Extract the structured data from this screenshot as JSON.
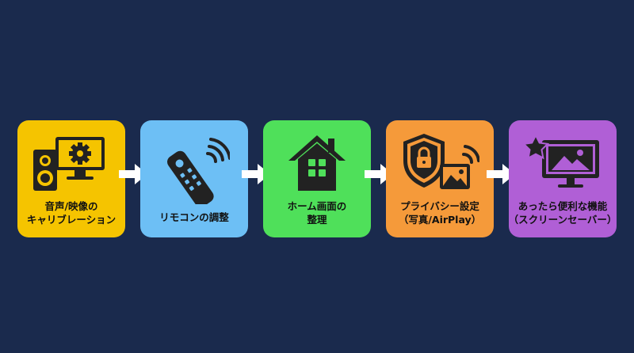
{
  "steps": [
    {
      "id": "audio-video",
      "line1": "音声/映像の",
      "line2": "キャリブレーション",
      "color": "#f5c400",
      "icon": "speaker-monitor-gear-icon"
    },
    {
      "id": "remote",
      "line1": "リモコンの調整",
      "line2": "",
      "color": "#6dbff5",
      "icon": "remote-control-icon"
    },
    {
      "id": "home",
      "line1": "ホーム画面の",
      "line2": "整理",
      "color": "#4fe05a",
      "icon": "house-grid-icon"
    },
    {
      "id": "privacy",
      "line1": "プライバシー設定",
      "line2": "（写真/AirPlay）",
      "color": "#f59a3a",
      "icon": "shield-lock-photo-icon"
    },
    {
      "id": "extras",
      "line1": "あったら便利な機能",
      "line2": "（スクリーンセーバー）",
      "color": "#b05fd6",
      "icon": "screen-star-icon"
    }
  ],
  "arrow_color": "#ffffff",
  "background": "#1a2a4d"
}
